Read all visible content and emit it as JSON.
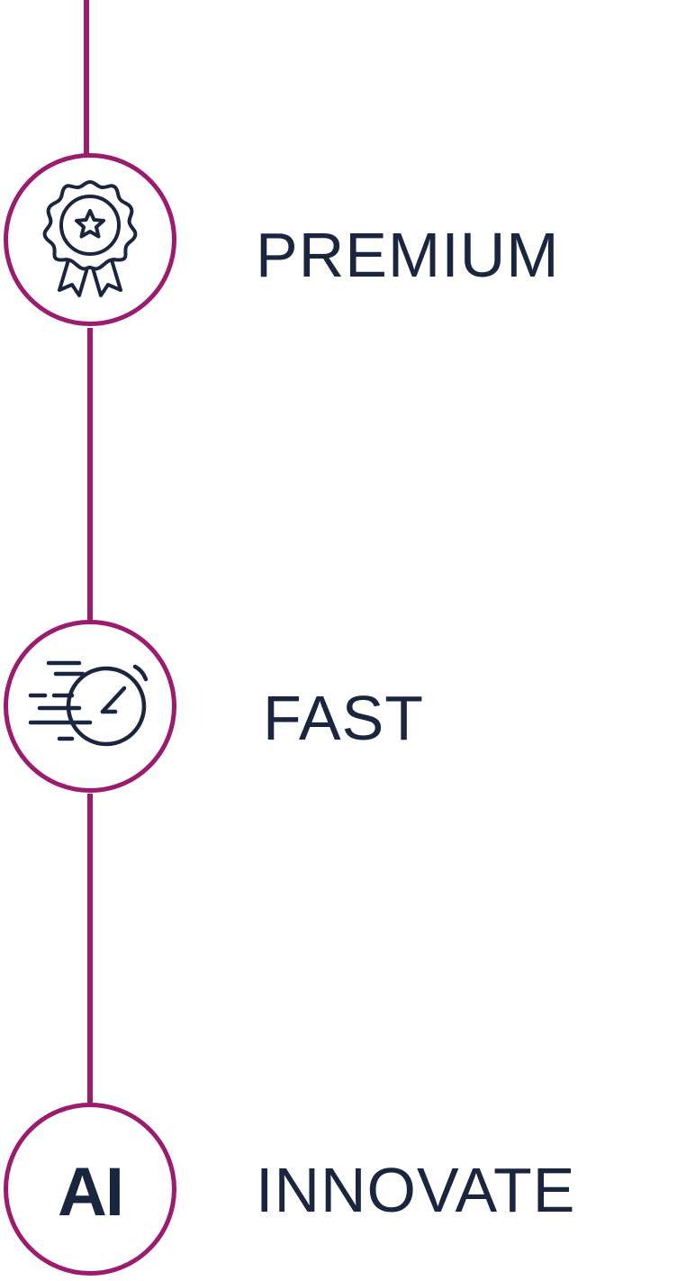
{
  "colors": {
    "accent": "#9c1b6e",
    "text": "#1a2540",
    "background": "#ffffff"
  },
  "items": [
    {
      "label": "PREMIUM",
      "icon": "award-ribbon-icon"
    },
    {
      "label": "FAST",
      "icon": "speed-stopwatch-icon"
    },
    {
      "label": "INNOVATE",
      "icon": "ai-badge-icon",
      "icon_text": "AI"
    }
  ]
}
